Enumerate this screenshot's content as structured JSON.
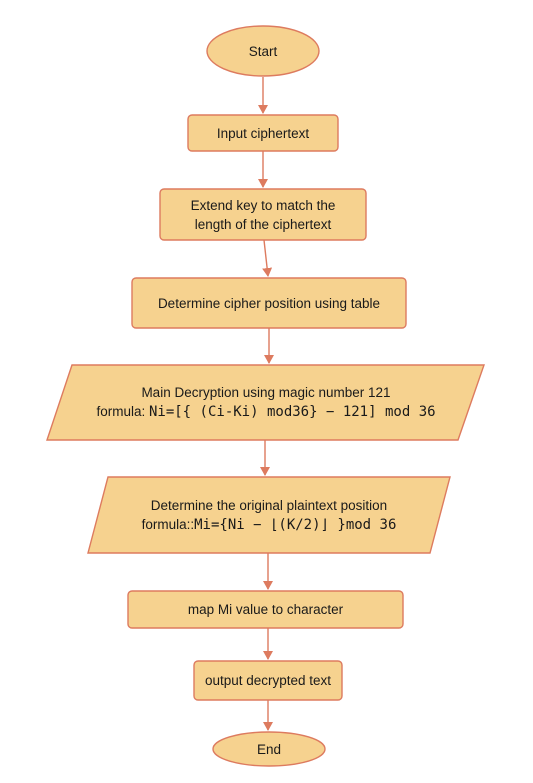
{
  "colors": {
    "fill": "#f6d28f",
    "stroke": "#dd7b5f",
    "arrow": "#dd7b5f"
  },
  "nodes": {
    "start": {
      "label": "Start"
    },
    "input": {
      "label": "Input ciphertext"
    },
    "extend_key": {
      "line1": "Extend key to match the",
      "line2": "length of the ciphertext"
    },
    "cipher_position": {
      "label": "Determine cipher position using table"
    },
    "main_decryption": {
      "line1": "Main Decryption using magic number 121",
      "formula_prefix": "formula: ",
      "formula": "Ni=[{ (Ci-Ki) mod36} − 121] mod 36"
    },
    "plaintext_position": {
      "line1": "Determine the original plaintext position",
      "formula_prefix": "formula::",
      "formula": "Mi={Ni − ⌊(K/2)⌋ }mod 36"
    },
    "map_value": {
      "label": "map Mi value to character"
    },
    "output": {
      "label": "output decrypted text"
    },
    "end": {
      "label": "End"
    }
  }
}
